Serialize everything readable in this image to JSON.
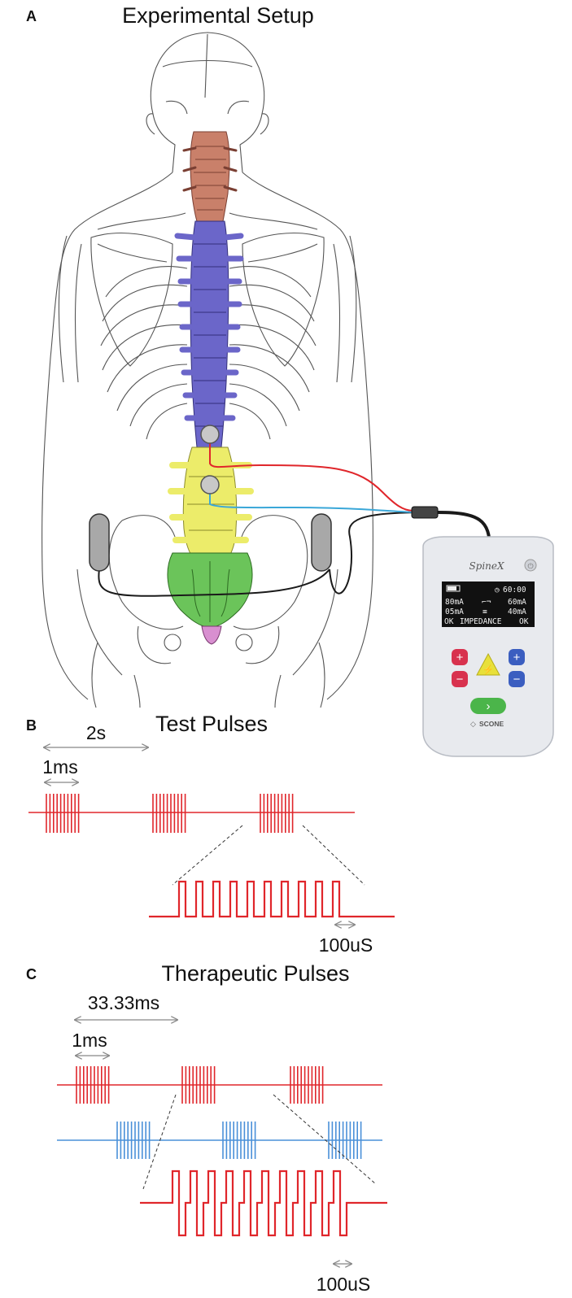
{
  "panels": {
    "a": {
      "letter": "A",
      "title": "Experimental Setup"
    },
    "b": {
      "letter": "B",
      "title": "Test Pulses",
      "period": "2s",
      "burst": "1ms",
      "pulse": "100uS"
    },
    "c": {
      "letter": "C",
      "title": "Therapeutic Pulses",
      "period": "33.33ms",
      "burst": "1ms",
      "pulse": "100uS"
    }
  },
  "device": {
    "brand": "SpineX",
    "maker": "SCONE",
    "screen": {
      "timer": "60:00",
      "current_1": "80mA",
      "current_2": "60mA",
      "current_3": "05mA",
      "current_4": "40mA",
      "status_left": "OK",
      "status_mid": "IMPEDANCE",
      "status_right": "OK"
    },
    "buttons": {
      "plus": "+",
      "minus": "−",
      "next": "›"
    }
  },
  "colors": {
    "cervical": "#c9806a",
    "thoracic": "#6b66c9",
    "lumbar": "#ecec6a",
    "sacrum": "#6bc45a",
    "coccyx": "#d88fd0",
    "red_wire": "#e0262b",
    "blue_wire": "#3aa7d8",
    "pulse_red": "#e0262b",
    "pulse_blue": "#4a90d8"
  }
}
